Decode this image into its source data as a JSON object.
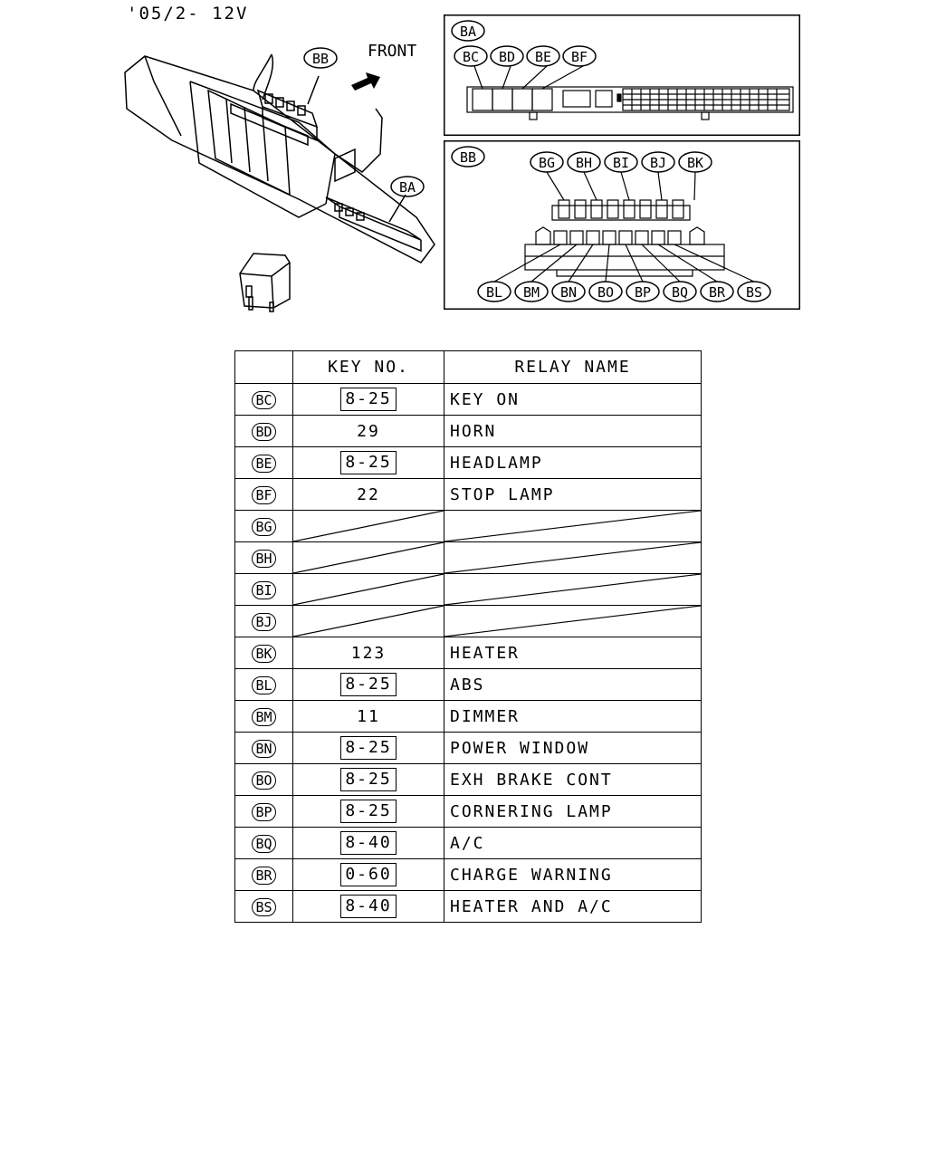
{
  "header": {
    "version": "'05/2- 12V"
  },
  "overview": {
    "front_label": "FRONT",
    "callouts": [
      "BB",
      "BA"
    ]
  },
  "panel_ba": {
    "title": "BA",
    "slots": [
      "BC",
      "BD",
      "BE",
      "BF"
    ]
  },
  "panel_bb": {
    "title": "BB",
    "top_slots": [
      "BG",
      "BH",
      "BI",
      "BJ",
      "BK"
    ],
    "bottom_slots": [
      "BL",
      "BM",
      "BN",
      "BO",
      "BP",
      "BQ",
      "BR",
      "BS"
    ]
  },
  "table": {
    "headers": {
      "code": "",
      "key_no": "KEY NO.",
      "relay_name": "RELAY NAME"
    },
    "rows": [
      {
        "code": "BC",
        "key": "8-25",
        "boxed": true,
        "name": "KEY ON"
      },
      {
        "code": "BD",
        "key": "29",
        "boxed": false,
        "name": "HORN"
      },
      {
        "code": "BE",
        "key": "8-25",
        "boxed": true,
        "name": "HEADLAMP"
      },
      {
        "code": "BF",
        "key": "22",
        "boxed": false,
        "name": "STOP LAMP"
      },
      {
        "code": "BG",
        "key": "",
        "boxed": false,
        "name": "",
        "empty": true
      },
      {
        "code": "BH",
        "key": "",
        "boxed": false,
        "name": "",
        "empty": true
      },
      {
        "code": "BI",
        "key": "",
        "boxed": false,
        "name": "",
        "empty": true
      },
      {
        "code": "BJ",
        "key": "",
        "boxed": false,
        "name": "",
        "empty": true
      },
      {
        "code": "BK",
        "key": "123",
        "boxed": false,
        "name": "HEATER"
      },
      {
        "code": "BL",
        "key": "8-25",
        "boxed": true,
        "name": "ABS"
      },
      {
        "code": "BM",
        "key": "11",
        "boxed": false,
        "name": "DIMMER"
      },
      {
        "code": "BN",
        "key": "8-25",
        "boxed": true,
        "name": "POWER WINDOW"
      },
      {
        "code": "BO",
        "key": "8-25",
        "boxed": true,
        "name": "EXH BRAKE CONT"
      },
      {
        "code": "BP",
        "key": "8-25",
        "boxed": true,
        "name": "CORNERING LAMP"
      },
      {
        "code": "BQ",
        "key": "8-40",
        "boxed": true,
        "name": "A/C"
      },
      {
        "code": "BR",
        "key": "0-60",
        "boxed": true,
        "name": "CHARGE WARNING"
      },
      {
        "code": "BS",
        "key": "8-40",
        "boxed": true,
        "name": "HEATER AND A/C"
      }
    ]
  }
}
